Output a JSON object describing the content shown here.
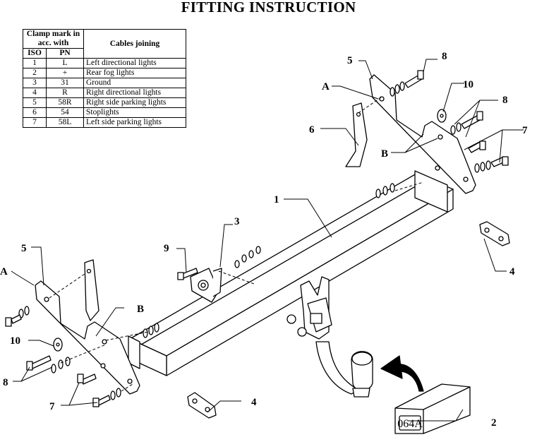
{
  "title": "FITTING INSTRUCTION",
  "table": {
    "header_group": "Clamp mark in acc. with",
    "col_iso": "ISO",
    "col_pn": "PN",
    "col_cables": "Cables joining",
    "rows": [
      {
        "iso": "1",
        "pn": "L",
        "desc": "Left directional lights"
      },
      {
        "iso": "2",
        "pn": "+",
        "desc": "Rear fog lights"
      },
      {
        "iso": "3",
        "pn": "31",
        "desc": "Ground"
      },
      {
        "iso": "4",
        "pn": "R",
        "desc": "Right directional lights"
      },
      {
        "iso": "5",
        "pn": "58R",
        "desc": "Right side parking lights"
      },
      {
        "iso": "6",
        "pn": "54",
        "desc": "Stoplights"
      },
      {
        "iso": "7",
        "pn": "58L",
        "desc": "Left side parking lights"
      }
    ]
  },
  "labels": {
    "crossbar": "1",
    "product_box": "2",
    "socket_plate": "3",
    "spacer": "4",
    "side_bracket": "5",
    "angle_bracket": "6",
    "bolt_long": "7",
    "bolt_short": "8",
    "screw": "9",
    "washer": "10",
    "point_a": "A",
    "point_b": "B"
  },
  "box_code": "064A"
}
